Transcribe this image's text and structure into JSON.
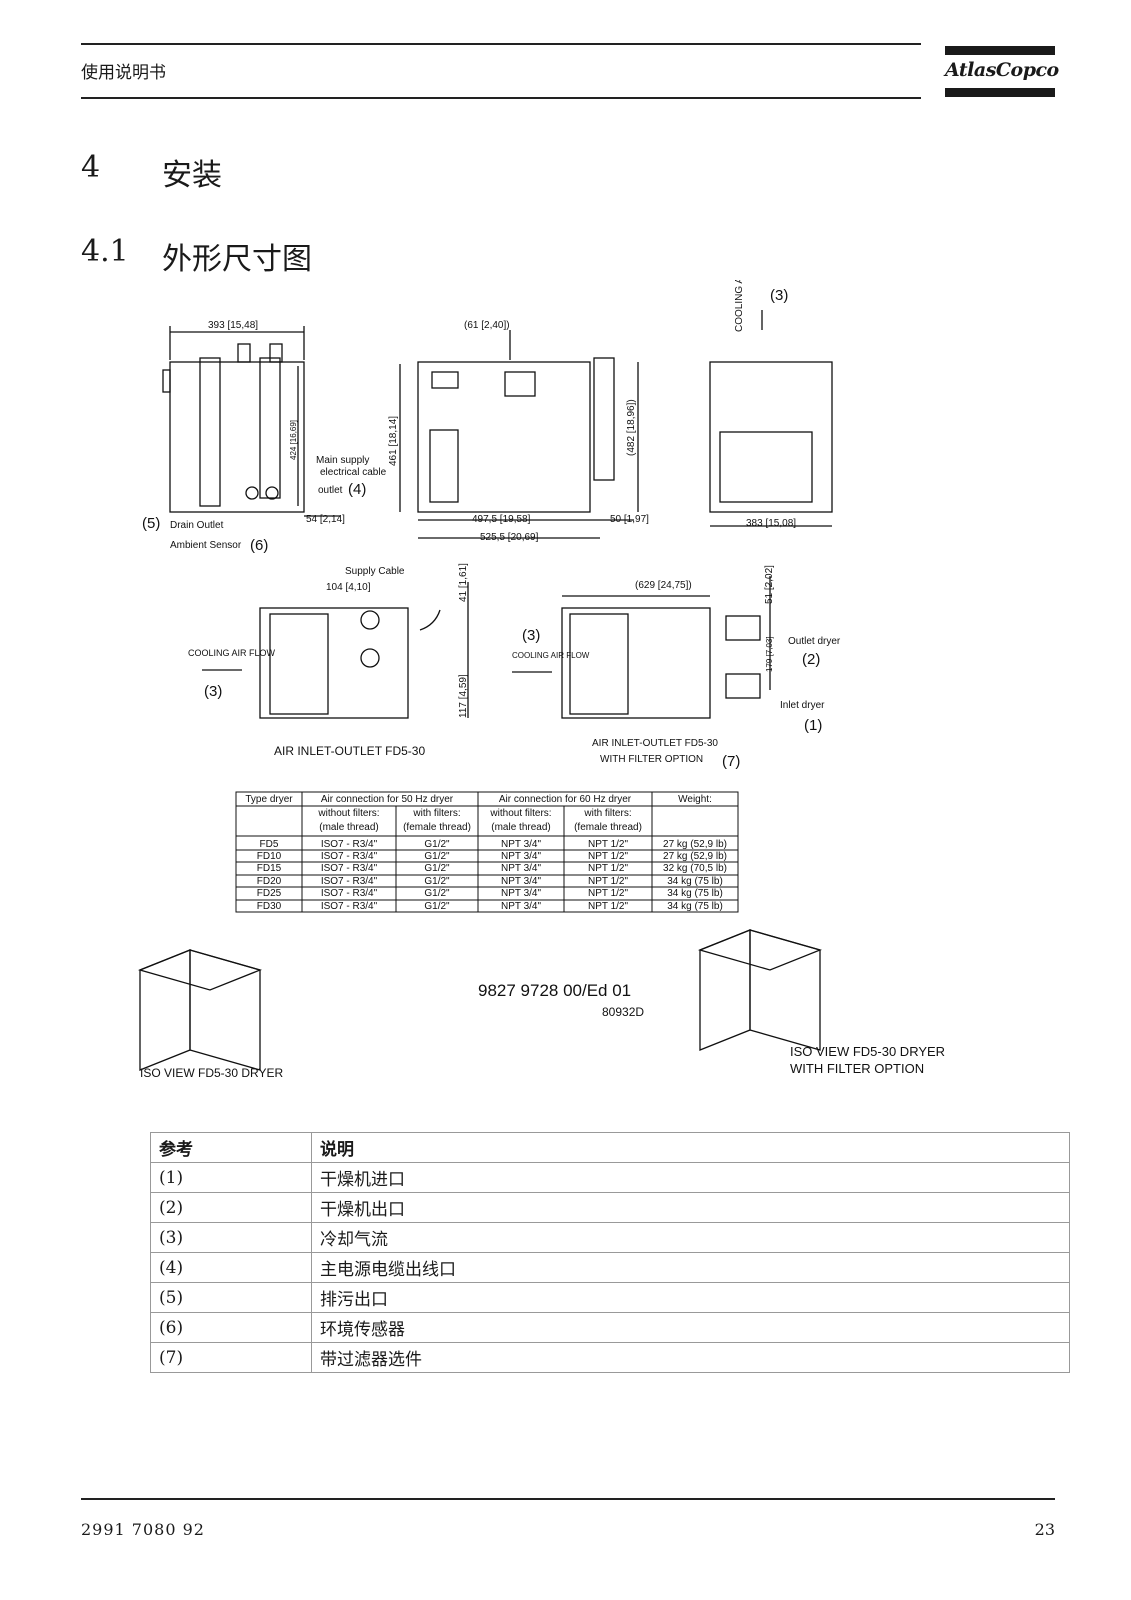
{
  "header": {
    "title": "使用说明书",
    "logo_text": "AtlasCopco"
  },
  "section": {
    "number": "4",
    "title": "安装"
  },
  "subsection": {
    "number": "4.1",
    "title": "外形尺寸图"
  },
  "drawing": {
    "cooling_air_flow_label": "COOLING\nAIR FLOW",
    "ref3": "(3)",
    "dim_393": "393 [15,48]",
    "dim_61": "(61 [2,40])",
    "dim_461": "461 [18,14]",
    "dim_424": "424 [16,69]",
    "dim_482": "(482 [18,96])",
    "main_supply": "Main supply",
    "electrical_cable": "electrical cable",
    "outlet": "outlet",
    "ref4": "(4)",
    "ref5": "(5)",
    "drain_outlet": "Drain Outlet",
    "ambient_sensor": "Ambient Sensor",
    "ref6": "(6)",
    "dim_54": "54 [2,14]",
    "dim_4975": "497,5 [19,58]",
    "dim_50": "50 [1,97]",
    "dim_5255": "525,5 [20,69]",
    "dim_383": "383 [15,08]",
    "supply_cable": "Supply Cable",
    "dim_104": "104 [4,10]",
    "dim_41": "41 [1,61]",
    "dim_117": "117 [4,59]",
    "dim_629": "(629 [24,75])",
    "dim_51": "51 [2,02]",
    "dim_179": "179 [7,03]",
    "outlet_dryer": "Outlet dryer",
    "ref2": "(2)",
    "inlet_dryer": "Inlet dryer",
    "ref1": "(1)",
    "air_inlet_outlet": "AIR INLET-OUTLET FD5-30",
    "air_inlet_outlet_filter_1": "AIR INLET-OUTLET FD5-30",
    "air_inlet_outlet_filter_2": "WITH FILTER OPTION",
    "ref7": "(7)",
    "doc_number": "9827 9728 00/Ed 01",
    "doc_code": "80932D",
    "iso_view": "ISO VIEW FD5-30 DRYER",
    "iso_view_filter_1": "ISO VIEW FD5-30 DRYER",
    "iso_view_filter_2": "WITH FILTER OPTION"
  },
  "spec_table": {
    "header_row1": [
      "Type dryer",
      "Air connection for 50 Hz dryer",
      "Air connection for 60 Hz dryer",
      "Weight:"
    ],
    "header_row2": [
      "without filters:",
      "with filters:",
      "without filters:",
      "with filters:"
    ],
    "header_row3": [
      "(male thread)",
      "(female thread)",
      "(male thread)",
      "(female thread)"
    ],
    "rows": [
      [
        "FD5",
        "ISO7 - R3/4\"",
        "G1/2\"",
        "NPT 3/4\"",
        "NPT 1/2\"",
        "27 kg (52,9 lb)"
      ],
      [
        "FD10",
        "ISO7 - R3/4\"",
        "G1/2\"",
        "NPT 3/4\"",
        "NPT 1/2\"",
        "27 kg (52,9 lb)"
      ],
      [
        "FD15",
        "ISO7 - R3/4\"",
        "G1/2\"",
        "NPT 3/4\"",
        "NPT 1/2\"",
        "32 kg (70,5 lb)"
      ],
      [
        "FD20",
        "ISO7 - R3/4\"",
        "G1/2\"",
        "NPT 3/4\"",
        "NPT 1/2\"",
        "34 kg (75 lb)"
      ],
      [
        "FD25",
        "ISO7 - R3/4\"",
        "G1/2\"",
        "NPT 3/4\"",
        "NPT 1/2\"",
        "34 kg (75 lb)"
      ],
      [
        "FD30",
        "ISO7 - R3/4\"",
        "G1/2\"",
        "NPT 3/4\"",
        "NPT 1/2\"",
        "34 kg (75 lb)"
      ]
    ]
  },
  "legend": {
    "col_ref": "参考",
    "col_desc": "说明",
    "rows": [
      {
        "ref": "(1)",
        "desc": "干燥机进口"
      },
      {
        "ref": "(2)",
        "desc": "干燥机出口"
      },
      {
        "ref": "(3)",
        "desc": "冷却气流"
      },
      {
        "ref": "(4)",
        "desc": "主电源电缆出线口"
      },
      {
        "ref": "(5)",
        "desc": "排污出口"
      },
      {
        "ref": "(6)",
        "desc": "环境传感器"
      },
      {
        "ref": "(7)",
        "desc": "带过滤器选件"
      }
    ]
  },
  "footer": {
    "doc_number": "2991 7080 92",
    "page": "23"
  }
}
